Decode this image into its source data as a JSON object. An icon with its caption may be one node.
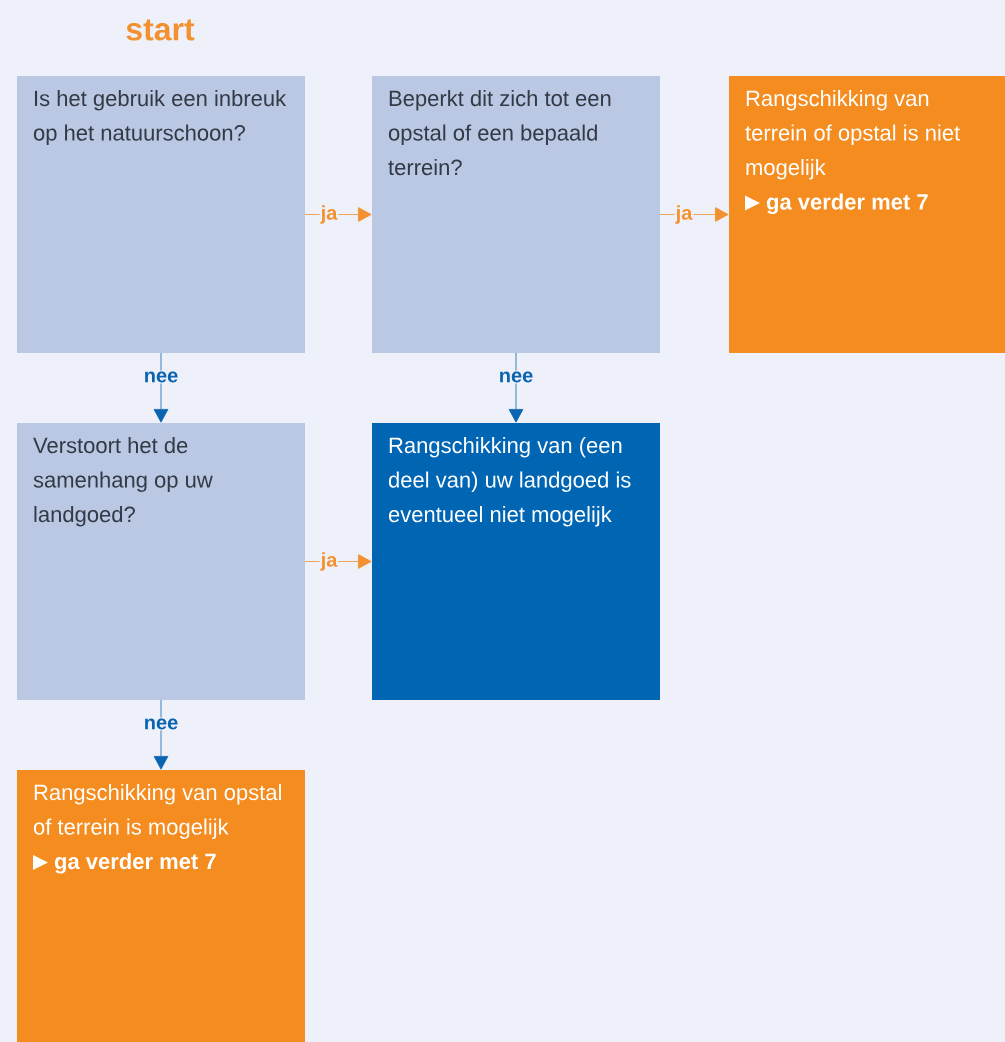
{
  "diagram": {
    "title": "start",
    "nodes": [
      {
        "text": [
          "Is het gebruik een inbreuk op het natuurschoon?"
        ]
      },
      {
        "text": [
          "Beperkt dit zich tot een opstal of een bepaald terrein?"
        ]
      },
      {
        "text": [
          "Rangschikking van terrein of opstal is niet mogelijk",
          "ga verder met 7"
        ]
      },
      {
        "text": [
          "Verstoort het de samenhang op uw landgoed?"
        ]
      },
      {
        "text": [
          "Rangschikking van (een deel van) uw landgoed is eventueel niet mogelijk"
        ]
      },
      {
        "text": [
          "Rangschikking van opstal of terrein is mogelijk",
          "ga verder met 7"
        ]
      }
    ],
    "edges": [
      {
        "from": 0,
        "to": 1,
        "arrow": "to",
        "label": "ja",
        "color": "#f39130"
      },
      {
        "from": 1,
        "to": 2,
        "arrow": "to",
        "label": "ja",
        "color": "#f39130"
      },
      {
        "from": 0,
        "to": 3,
        "arrow": "to",
        "label": "nee",
        "color": "#0a64b0"
      },
      {
        "from": 1,
        "to": 4,
        "arrow": "to",
        "label": "nee",
        "color": "#0a64b0"
      },
      {
        "from": 3,
        "to": 4,
        "arrow": "to",
        "label": "ja",
        "color": "#f39130"
      },
      {
        "from": 3,
        "to": 5,
        "arrow": "to",
        "label": "nee",
        "color": "#0a64b0"
      }
    ]
  }
}
